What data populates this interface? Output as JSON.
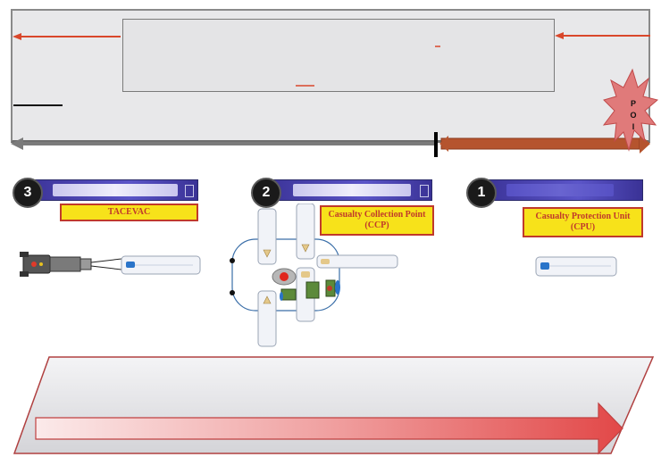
{
  "poi": {
    "letters": [
      "P",
      "O",
      "I"
    ]
  },
  "phases": [
    {
      "number": "3",
      "label_lines": [
        "TACEVAC"
      ]
    },
    {
      "number": "2",
      "label_lines": [
        "Casualty Collection Point",
        "(CCP)"
      ]
    },
    {
      "number": "1",
      "label_lines": [
        "Casualty Protection Unit",
        "(CPU)"
      ]
    }
  ],
  "colors": {
    "road": "#e8e8ea",
    "bar": "#4b44b8",
    "label_fill": "#f7e21a",
    "label_text": "#c0392b",
    "arrow_red": "#d9472b",
    "arrow_brown": "#b5542e",
    "poi_star": "#e07a7a",
    "badge": "#1a1a1a"
  },
  "icons": [
    "poi-star-icon",
    "vehicle-icon",
    "litter-icon",
    "casualty-icon",
    "wheel-icon",
    "direction-arrow-icon"
  ]
}
